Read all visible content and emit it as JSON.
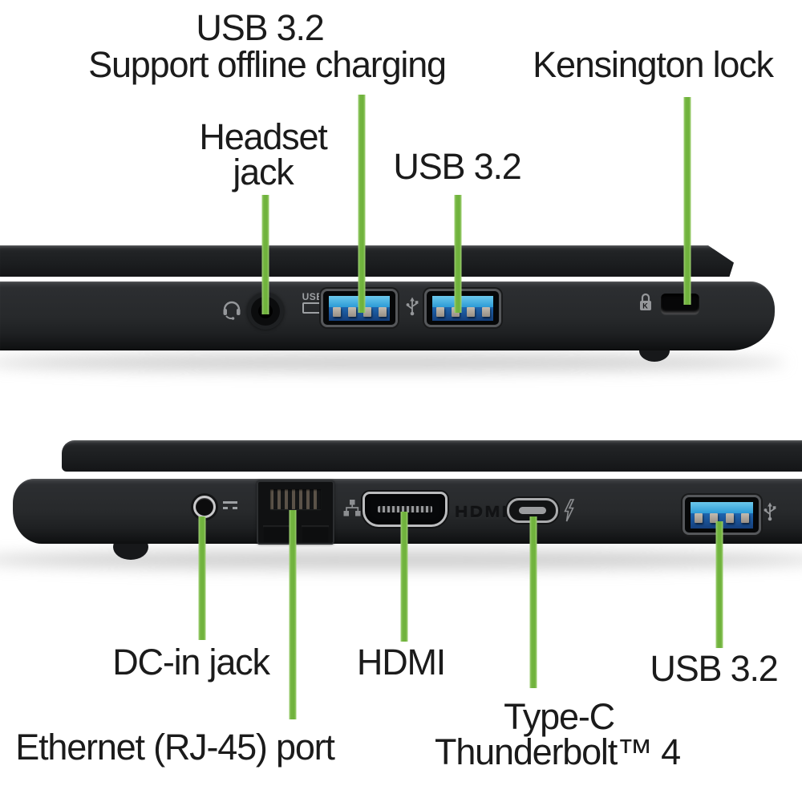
{
  "scene": "laptop-side-views-port-diagram",
  "colors": {
    "background": "#ffffff",
    "callout_green": "#72b43f",
    "label_text": "#1b1b1b",
    "usb_blue_bright": "#45b1e2",
    "usb_blue_dark": "#1a5ea8",
    "laptop_dark": "#26282a"
  },
  "top_view": {
    "callouts": [
      {
        "label_line1": "USB 3.2",
        "label_line2": "Support offline charging",
        "target": "usb-a-port-1"
      },
      {
        "label": "Kensington lock",
        "target": "kensington-lock-slot"
      },
      {
        "label_line1": "Headset",
        "label_line2": "jack",
        "target": "headset-jack"
      },
      {
        "label": "USB 3.2",
        "target": "usb-a-port-2"
      }
    ],
    "usb_charging_icon_text": "USB",
    "port_icons": [
      "headset-icon",
      "usb-offline-charging-icon",
      "usb-icon",
      "kensington-lock-icon"
    ]
  },
  "bottom_view": {
    "callouts": [
      {
        "label": "DC-in jack",
        "target": "dc-in-jack"
      },
      {
        "label": "Ethernet (RJ-45) port",
        "target": "ethernet-port"
      },
      {
        "label": "HDMI",
        "target": "hdmi-port"
      },
      {
        "label_line1": "Type-C",
        "label_line2": "Thunderbolt™ 4",
        "target": "usb-c-thunderbolt-port"
      },
      {
        "label": "USB 3.2",
        "target": "usb-a-port-3"
      }
    ],
    "embossed_text": "HDMI",
    "port_icons": [
      "dc-in-icon",
      "ethernet-icon",
      "thunderbolt-icon",
      "usb-icon"
    ]
  }
}
